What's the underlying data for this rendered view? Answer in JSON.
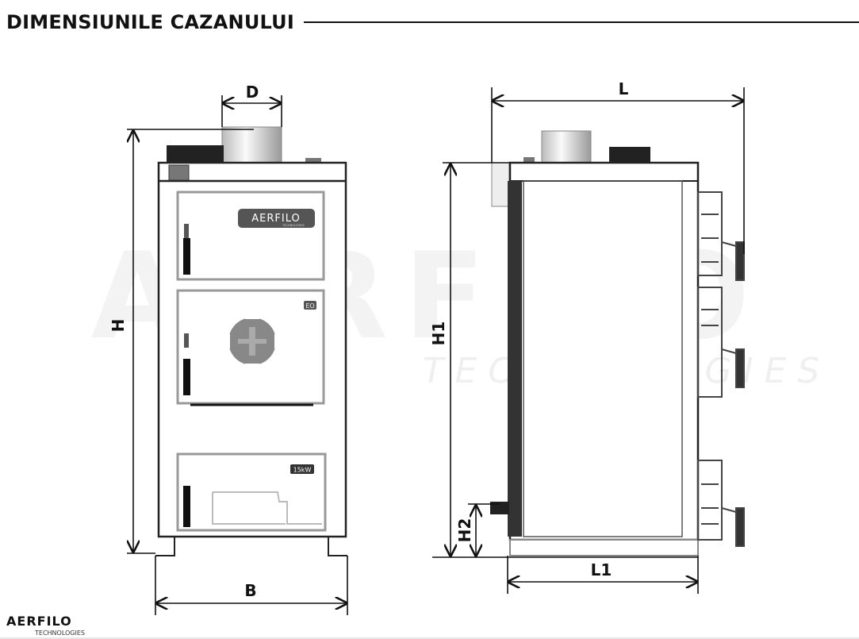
{
  "header": {
    "title": "DIMENSIUNILE CAZANULUI"
  },
  "watermark": {
    "brand": "AERFILO",
    "sub": "TECHNOLOGIES"
  },
  "front_view": {
    "dimensions": {
      "chimney_diameter": "D",
      "height": "H",
      "width": "B"
    },
    "door_logo": {
      "brand": "AERFILO",
      "sub": "TECHNOLOGIES"
    },
    "badge_middle": "EO",
    "badge_bottom": "15kW"
  },
  "side_view": {
    "dimensions": {
      "length": "L",
      "height": "H1",
      "outlet_height": "H2",
      "body_length": "L1"
    }
  },
  "footer": {
    "logo": "AERFILO",
    "logo_sub": "TECHNOLOGIES"
  },
  "colors": {
    "line": "#111111",
    "body": "#ffffff",
    "panel": "#333333",
    "watermark": "#f2f2f2"
  }
}
